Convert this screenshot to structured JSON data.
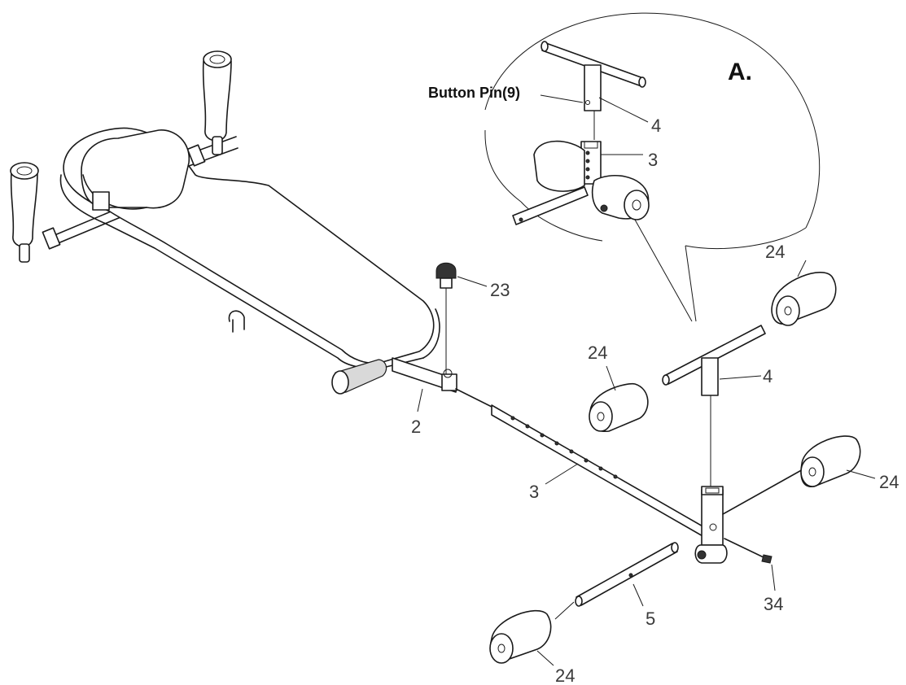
{
  "detail": {
    "title": "A.",
    "callout": "Button Pin(9)",
    "parts": {
      "upright": "4",
      "tube": "3"
    }
  },
  "parts": {
    "knob": "23",
    "base_tube": "2",
    "long_tube": "3",
    "t_bar_upright": "4",
    "short_tube": "5",
    "bolt": "34",
    "roller_top": "24",
    "roller_left": "24",
    "roller_right": "24",
    "roller_bottom": "24"
  }
}
